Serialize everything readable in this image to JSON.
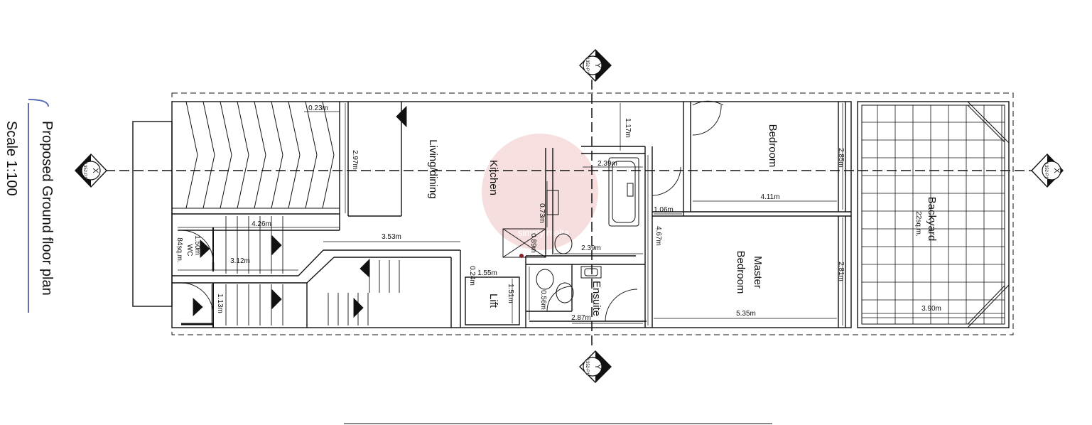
{
  "title": {
    "line1": "Proposed Ground floor plan",
    "line2": "Scale  1:100"
  },
  "rooms": {
    "living": "Living/dining",
    "kitchen": "Kitchen",
    "bedroom": "Bedroom",
    "master1": "Master",
    "master2": "Bedroom",
    "ensuite": "Ensuite",
    "lift": "Lift",
    "backyard": "Backyard",
    "backyard_area": "22sq.m.",
    "wc": "WC",
    "wc_area": "84sq.m."
  },
  "dimensions": {
    "d023": "0.23m",
    "d297": "2.97m",
    "d117": "1.17m",
    "d239a": "2.39m",
    "d285": "2.85m",
    "d411": "4.11m",
    "d106": "1.06m",
    "d467": "4.67m",
    "d426": "4.26m",
    "d353": "3.53m",
    "d073": "0.73m",
    "d150": "1.50m",
    "d312": "3.12m",
    "d155": "1.55m",
    "d024": "0.24m",
    "d151": "1.51m",
    "d113": "1.13m",
    "d056": "0.56m",
    "d239b": "2.39m",
    "d281": "2.81m",
    "d535": "5.35m",
    "d390": "3.90m",
    "d287": "2.87m",
    "d089": "0.89m"
  },
  "section_markers": {
    "x_letter": "X",
    "y_letter": "Y",
    "ref": "1352-P1"
  },
  "watermark": "simply malta",
  "colors": {
    "line": "#111111",
    "accent": "#5b6fb5",
    "watermark": "#e3a1a1"
  }
}
